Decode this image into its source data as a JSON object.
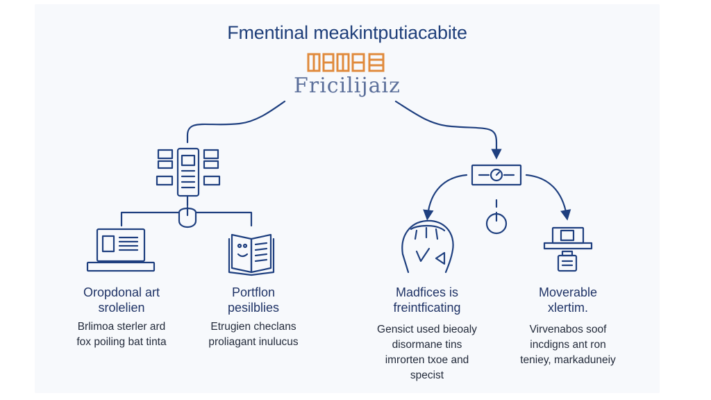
{
  "header": {
    "title": "Fmentinal meakintputiacabite",
    "logo_top": "Hitie",
    "logo_word": "Fricilijaiz"
  },
  "nodes": [
    {
      "icon": "laptop-icon",
      "title_line1": "Oropdonal art",
      "title_line2": "srolelien",
      "desc_line1": "Brlimoa sterler ard",
      "desc_line2": "fox poiling bat tinta"
    },
    {
      "icon": "open-book-icon",
      "title_line1": "Portflon",
      "title_line2": "pesilblies",
      "desc_line1": "Etrugien checlans",
      "desc_line2": "proliagant inulucus"
    },
    {
      "icon": "head-profile-icon",
      "title_line1": "Madfices is",
      "title_line2": "freintficating",
      "desc_line1": "Gensict used bieoaly",
      "desc_line2": "disormane tins",
      "desc_line3": "imrorten txoe and",
      "desc_line4": "specist"
    },
    {
      "icon": "monitor-icon",
      "title_line1": "Moverable",
      "title_line2": "xlertim.",
      "desc_line1": "Virvenabos soof",
      "desc_line2": "incdigns ant ron",
      "desc_line3": "teniey, markaduneiy"
    }
  ],
  "colors": {
    "line": "#1e3f7f",
    "title": "#1f3f7a",
    "accent": "#e08a3c"
  }
}
